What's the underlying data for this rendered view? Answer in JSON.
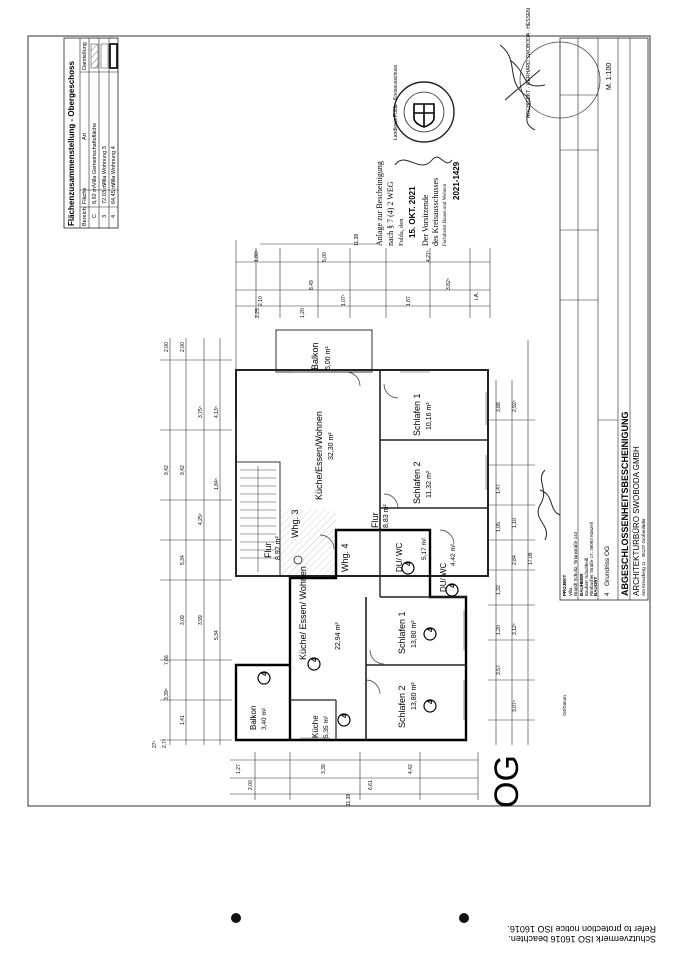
{
  "area_summary": {
    "title": "Flächenzusammenstellung - Obergeschoss",
    "headers": [
      "Bereich",
      "Fläche",
      "Art",
      "Darstellung"
    ],
    "rows": [
      {
        "bereich": "C",
        "flaeche": "8,92 m²",
        "art": "Villa Gemeinschaftsfläche"
      },
      {
        "bereich": "3",
        "flaeche": "72,03 m²",
        "art": "Villa Wohnung 3"
      },
      {
        "bereich": "4",
        "flaeche": "64,45 m²",
        "art": "Villa Wohnung 4"
      }
    ]
  },
  "rooms": {
    "balkon3": {
      "name": "Balkon",
      "area": "5,00 m²"
    },
    "kueche3": {
      "name": "Küche/Essen/Wohnen",
      "area": "32,30 m²"
    },
    "schlafen1_3": {
      "name": "Schlafen 1",
      "area": "10,16 m²"
    },
    "schlafen2_3": {
      "name": "Schlafen 2",
      "area": "11,32 m²"
    },
    "flur3": {
      "name": "Flur",
      "area": "8,83 m²"
    },
    "flur_c": {
      "name": "Flur",
      "area": "8,92 m²"
    },
    "whg3": "Whg. 3",
    "whg4": "Whg. 4",
    "duwc_a": {
      "name": "DU/ WC",
      "area": "5,17 m²"
    },
    "duwc_b": {
      "name": "DU/ WC",
      "area": "4,42 m²"
    },
    "kueche4": {
      "name": "Küche/ Essen/ Wohnen",
      "area": "22,94 m²"
    },
    "schlafen1_4": {
      "name": "Schlafen 1",
      "area": "13,80 m²"
    },
    "schlafen2_4": {
      "name": "Schlafen 2",
      "area": "13,80 m²"
    },
    "kueche_small": {
      "name": "Küche",
      "area": "5,35 m²"
    },
    "balkon4": {
      "name": "Balkon",
      "area": "3,40 m²"
    },
    "marker": "4"
  },
  "floor_label": "OG",
  "dimensions": {
    "top": [
      "1,80⁵",
      "5,00",
      "8,49",
      "2,10",
      "1,07⁵",
      "1,87",
      "4,27⁵",
      "2,25",
      "1,20",
      "3,82⁵",
      "11,38"
    ],
    "left": [
      "2,00",
      "2,00",
      "3,75⁵",
      "4,13⁵",
      "9,42",
      "9,42",
      "1,84⁵",
      "4,25⁵",
      "5,34",
      "5,34",
      "3,09",
      "3,99",
      "7,66",
      "1,41",
      "3,39⁵",
      "27⁵",
      "2,7⁵"
    ],
    "bottom": [
      "2,00",
      "1,27",
      "3,39",
      "4,42",
      "6,61",
      "11,38"
    ],
    "right": [
      "3,88",
      "2,92⁵",
      "1,47",
      "1,05",
      "1,10",
      "2,84",
      "17,09",
      "1,32",
      "3,12⁵",
      "1,20",
      "3,57",
      "3,07⁵"
    ]
  },
  "approval": {
    "line1": "Anlage zur Bescheinigung",
    "line2": "nach § 7 (4) 2 WEG",
    "line3": "Fulda, den",
    "date": "15. OKT. 2021",
    "line4": "Der Vorsitzende",
    "line5": "des Kreisausschusses",
    "line6": "Fachdienst Bauen und Wohnen",
    "number": "2021-1429",
    "ia": "i.A."
  },
  "title_block": {
    "heading": "ABGESCHLOSSENHEITSBESCHEINIGUNG",
    "firm": "ARCHITEKTURBÜRO SWOBODA GMBH",
    "firm_address": "Am Kreuzberg 11 · 36137 Großenlüder",
    "scale": "M. 1:100",
    "plan": "Grundriss OG",
    "plan_no": "4",
    "project_label": "PROJEKT",
    "project_lines": [
      "Villa",
      "Brandt Schultz, Tirianstraße 143"
    ],
    "client_label": "BAUHERR",
    "client_lines": [
      "Bauherr Schultheiß",
      "Rimbacher Straße 17, 36093 Künzell"
    ],
    "site_label": "BAUORT",
    "sign_label": "Ort/Datum",
    "stamp_text": "ARCHITEKT · GERHARD SWOBODA · HESSEN"
  },
  "seal_text": "Landkreis Fulda · Kreisausschuss",
  "copyright_line1": "Schutzvermerk ISO 16016 beachten.",
  "copyright_line2": "Refer to protection notice ISO 16016."
}
